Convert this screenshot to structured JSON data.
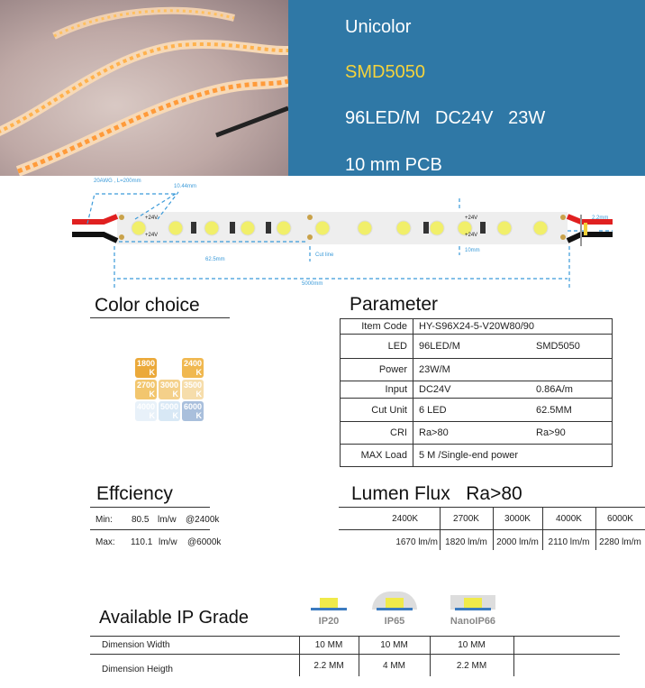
{
  "hero": {
    "title": "Unicolor",
    "chip": "SMD5050",
    "specs": "96LED/M   DC24V   23W",
    "pcb": "10 mm PCB",
    "chip_color": "#f5d33c",
    "bg_color": "#2f78a6"
  },
  "diagram": {
    "wire": "20AWG , L=200mm",
    "pitch": "10.44mm",
    "voltage_top": "+24V",
    "voltage_bottom": "+24V",
    "voltage_top2": "+24V",
    "voltage_bottom2": "+24V",
    "cut_length": "62.5mm",
    "cut_line": "Cut line",
    "total_length": "5000mm",
    "width": "10mm",
    "thickness": "2.2mm"
  },
  "color_choice": {
    "title": "Color choice",
    "swatches": [
      {
        "label": "1800",
        "unit": "K",
        "color": "#eba93a"
      },
      {
        "label": "2400",
        "unit": "K",
        "color": "#f0b850"
      },
      {
        "label": "2700",
        "unit": "K",
        "color": "#f2c66e"
      },
      {
        "label": "3000",
        "unit": "K",
        "color": "#f4d08a"
      },
      {
        "label": "3500",
        "unit": "K",
        "color": "#f6ddab"
      },
      {
        "label": "4000",
        "unit": "K",
        "color": "#e8f1f9"
      },
      {
        "label": "5000",
        "unit": "K",
        "color": "#d8e8f5"
      },
      {
        "label": "6000",
        "unit": "K",
        "color": "#a9bfdc"
      }
    ]
  },
  "parameter": {
    "title": "Parameter",
    "rows": [
      {
        "key": "Item Code",
        "v1": "HY-S96X24-5-V20W80/90",
        "v2": ""
      },
      {
        "key": "LED",
        "v1": "96LED/M",
        "v2": "SMD5050"
      },
      {
        "key": "Power",
        "v1": "23W/M",
        "v2": ""
      },
      {
        "key": "Input",
        "v1": "DC24V",
        "v2": "0.86A/m"
      },
      {
        "key": "Cut Unit",
        "v1": "6 LED",
        "v2": "62.5MM"
      },
      {
        "key": "CRI",
        "v1": "Ra>80",
        "v2": "Ra>90"
      },
      {
        "key": "MAX Load",
        "v1": "5 M /Single-end power",
        "v2": ""
      }
    ]
  },
  "efficiency": {
    "title": "Effciency",
    "rows": [
      {
        "label": "Min:",
        "value": "80.5",
        "unit": "lm/w",
        "at": "@2400k"
      },
      {
        "label": "Max:",
        "value": "110.1",
        "unit": "lm/w",
        "at": "@6000k"
      }
    ]
  },
  "lumen": {
    "title": "Lumen Flux   Ra>80",
    "headers": [
      "2400K",
      "2700K",
      "3000K",
      "4000K",
      "6000K"
    ],
    "values": [
      "1670 lm/m",
      "1820 lm/m",
      "2000 lm/m",
      "2110 lm/m",
      "2280 lm/m"
    ]
  },
  "ip": {
    "title": "Available IP Grade",
    "grades": [
      "IP20",
      "IP65",
      "NanoIP66"
    ],
    "rows": [
      {
        "label": "Dimension Width",
        "values": [
          "10 MM",
          "10 MM",
          "10 MM"
        ]
      },
      {
        "label": "Dimension Heigth",
        "values": [
          "2.2 MM",
          "4 MM",
          "2.2 MM"
        ]
      }
    ]
  }
}
